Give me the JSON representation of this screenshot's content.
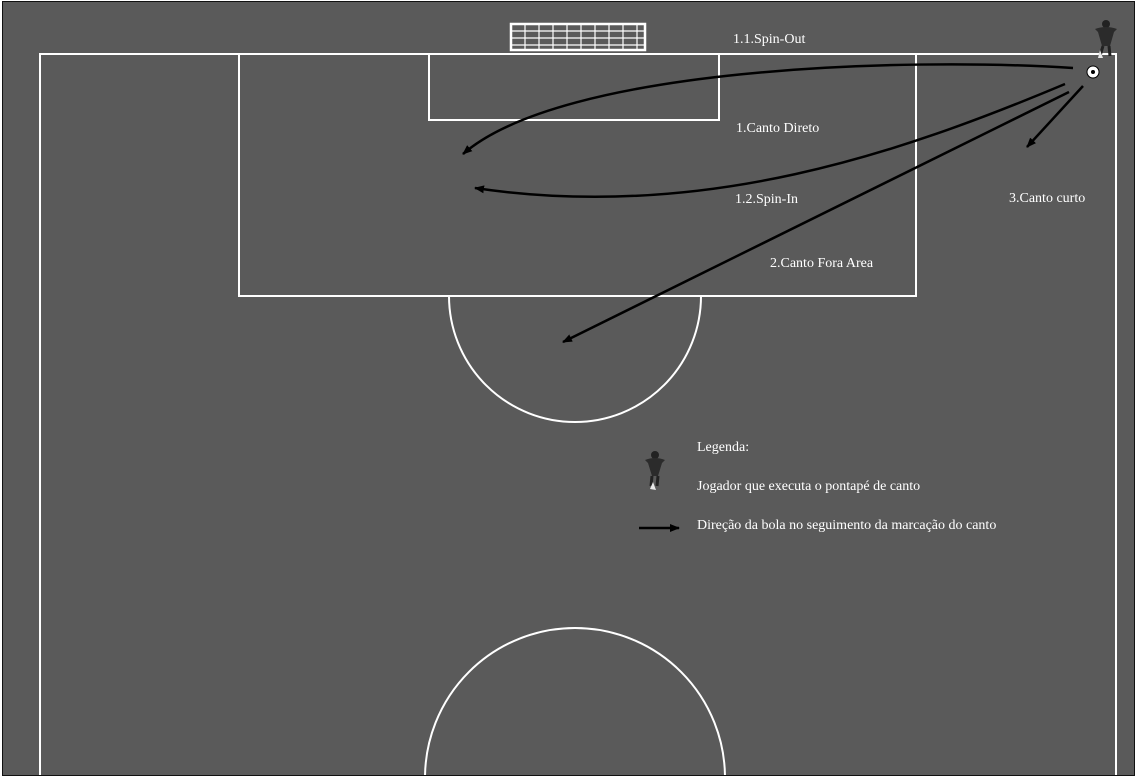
{
  "diagram": {
    "arrow_labels": {
      "spin_out": "1.1.Spin-Out",
      "canto_direto": "1.Canto Direto",
      "spin_in": "1.2.Spin-In",
      "canto_fora_area": "2.Canto Fora Area",
      "canto_curto": "3.Canto curto"
    },
    "legend": {
      "title": "Legenda:",
      "player_desc": "Jogador que executa o pontapé de canto",
      "arrow_desc": "Direção da bola no seguimento da marcação do canto"
    },
    "colors": {
      "field": "#5a5a5a",
      "lines": "#ffffff",
      "arrows": "#000000"
    },
    "icons": [
      "goal-net-icon",
      "player-icon",
      "ball-icon",
      "arrow-icon"
    ]
  }
}
